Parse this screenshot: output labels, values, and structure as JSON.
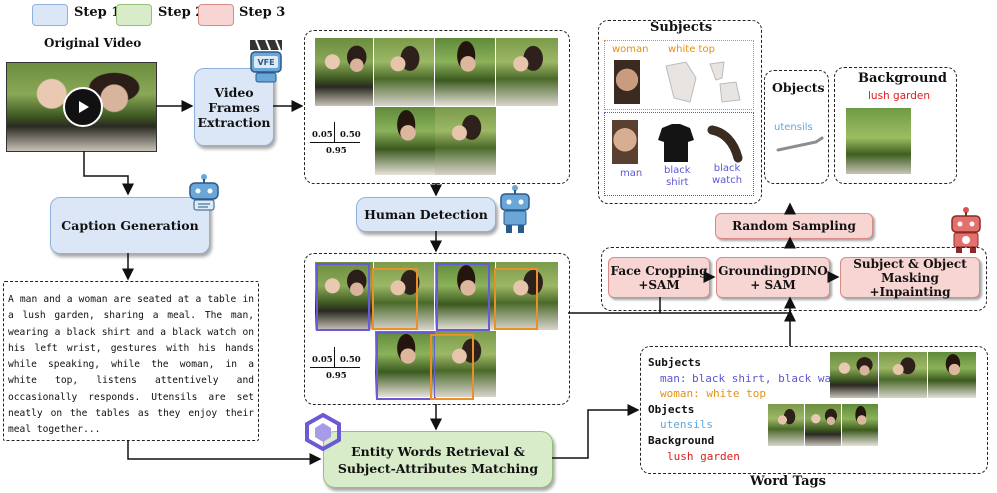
{
  "legend": [
    {
      "label": "Step 1",
      "color": "#dbe7f7",
      "border": "#8fb2dc"
    },
    {
      "label": "Step 2",
      "color": "#d8ecca",
      "border": "#93c17a"
    },
    {
      "label": "Step 3",
      "color": "#f7d5d3",
      "border": "#d98a86"
    }
  ],
  "original_video": {
    "title": "Original Video"
  },
  "steps": {
    "video_frames": "Video\nFrames\nExtraction",
    "caption_generation": "Caption Generation",
    "human_detection": "Human Detection",
    "entity_words": "Entity Words Retrieval &\nSubject-Attributes Matching",
    "random_sampling": "Random Sampling",
    "face_cropping": "Face Cropping\n+SAM",
    "grounding_dino": "GroundingDINO\n+ SAM",
    "masking": "Subject & Object\nMasking +Inpainting"
  },
  "icons": {
    "vfe_badge": "VFE",
    "play": "play-icon"
  },
  "fractions": {
    "top": {
      "a": "0.05",
      "b": "0.50",
      "c": "0.95"
    },
    "bottom": {
      "a": "0.05",
      "b": "0.50",
      "c": "0.95"
    }
  },
  "caption": "A man and a woman are seated at a table in a lush garden, sharing a meal. The man, wearing a black shirt and a black watch on his left wrist, gestures with his hands while speaking, while the woman, in a white top, listens attentively and occasionally responds. Utensils are set neatly on the tables as they enjoy their meal together...",
  "subjects_panel": {
    "title": "Subjects",
    "woman_row": [
      "woman",
      "white top"
    ],
    "man_row": [
      "man",
      "black\nshirt",
      "black\nwatch"
    ]
  },
  "objects_panel": {
    "title": "Objects",
    "items": [
      "utensils"
    ]
  },
  "background_panel": {
    "title": "Background",
    "items": [
      "lush garden"
    ]
  },
  "word_tags": {
    "title": "Word Tags",
    "subjects_label": "Subjects",
    "man_label": "man:",
    "man_attrs": "black shirt, black watch",
    "woman_label": "woman: white top",
    "objects_label": "Objects",
    "objects_value": "utensils",
    "background_label": "Background",
    "background_value": "lush garden"
  }
}
